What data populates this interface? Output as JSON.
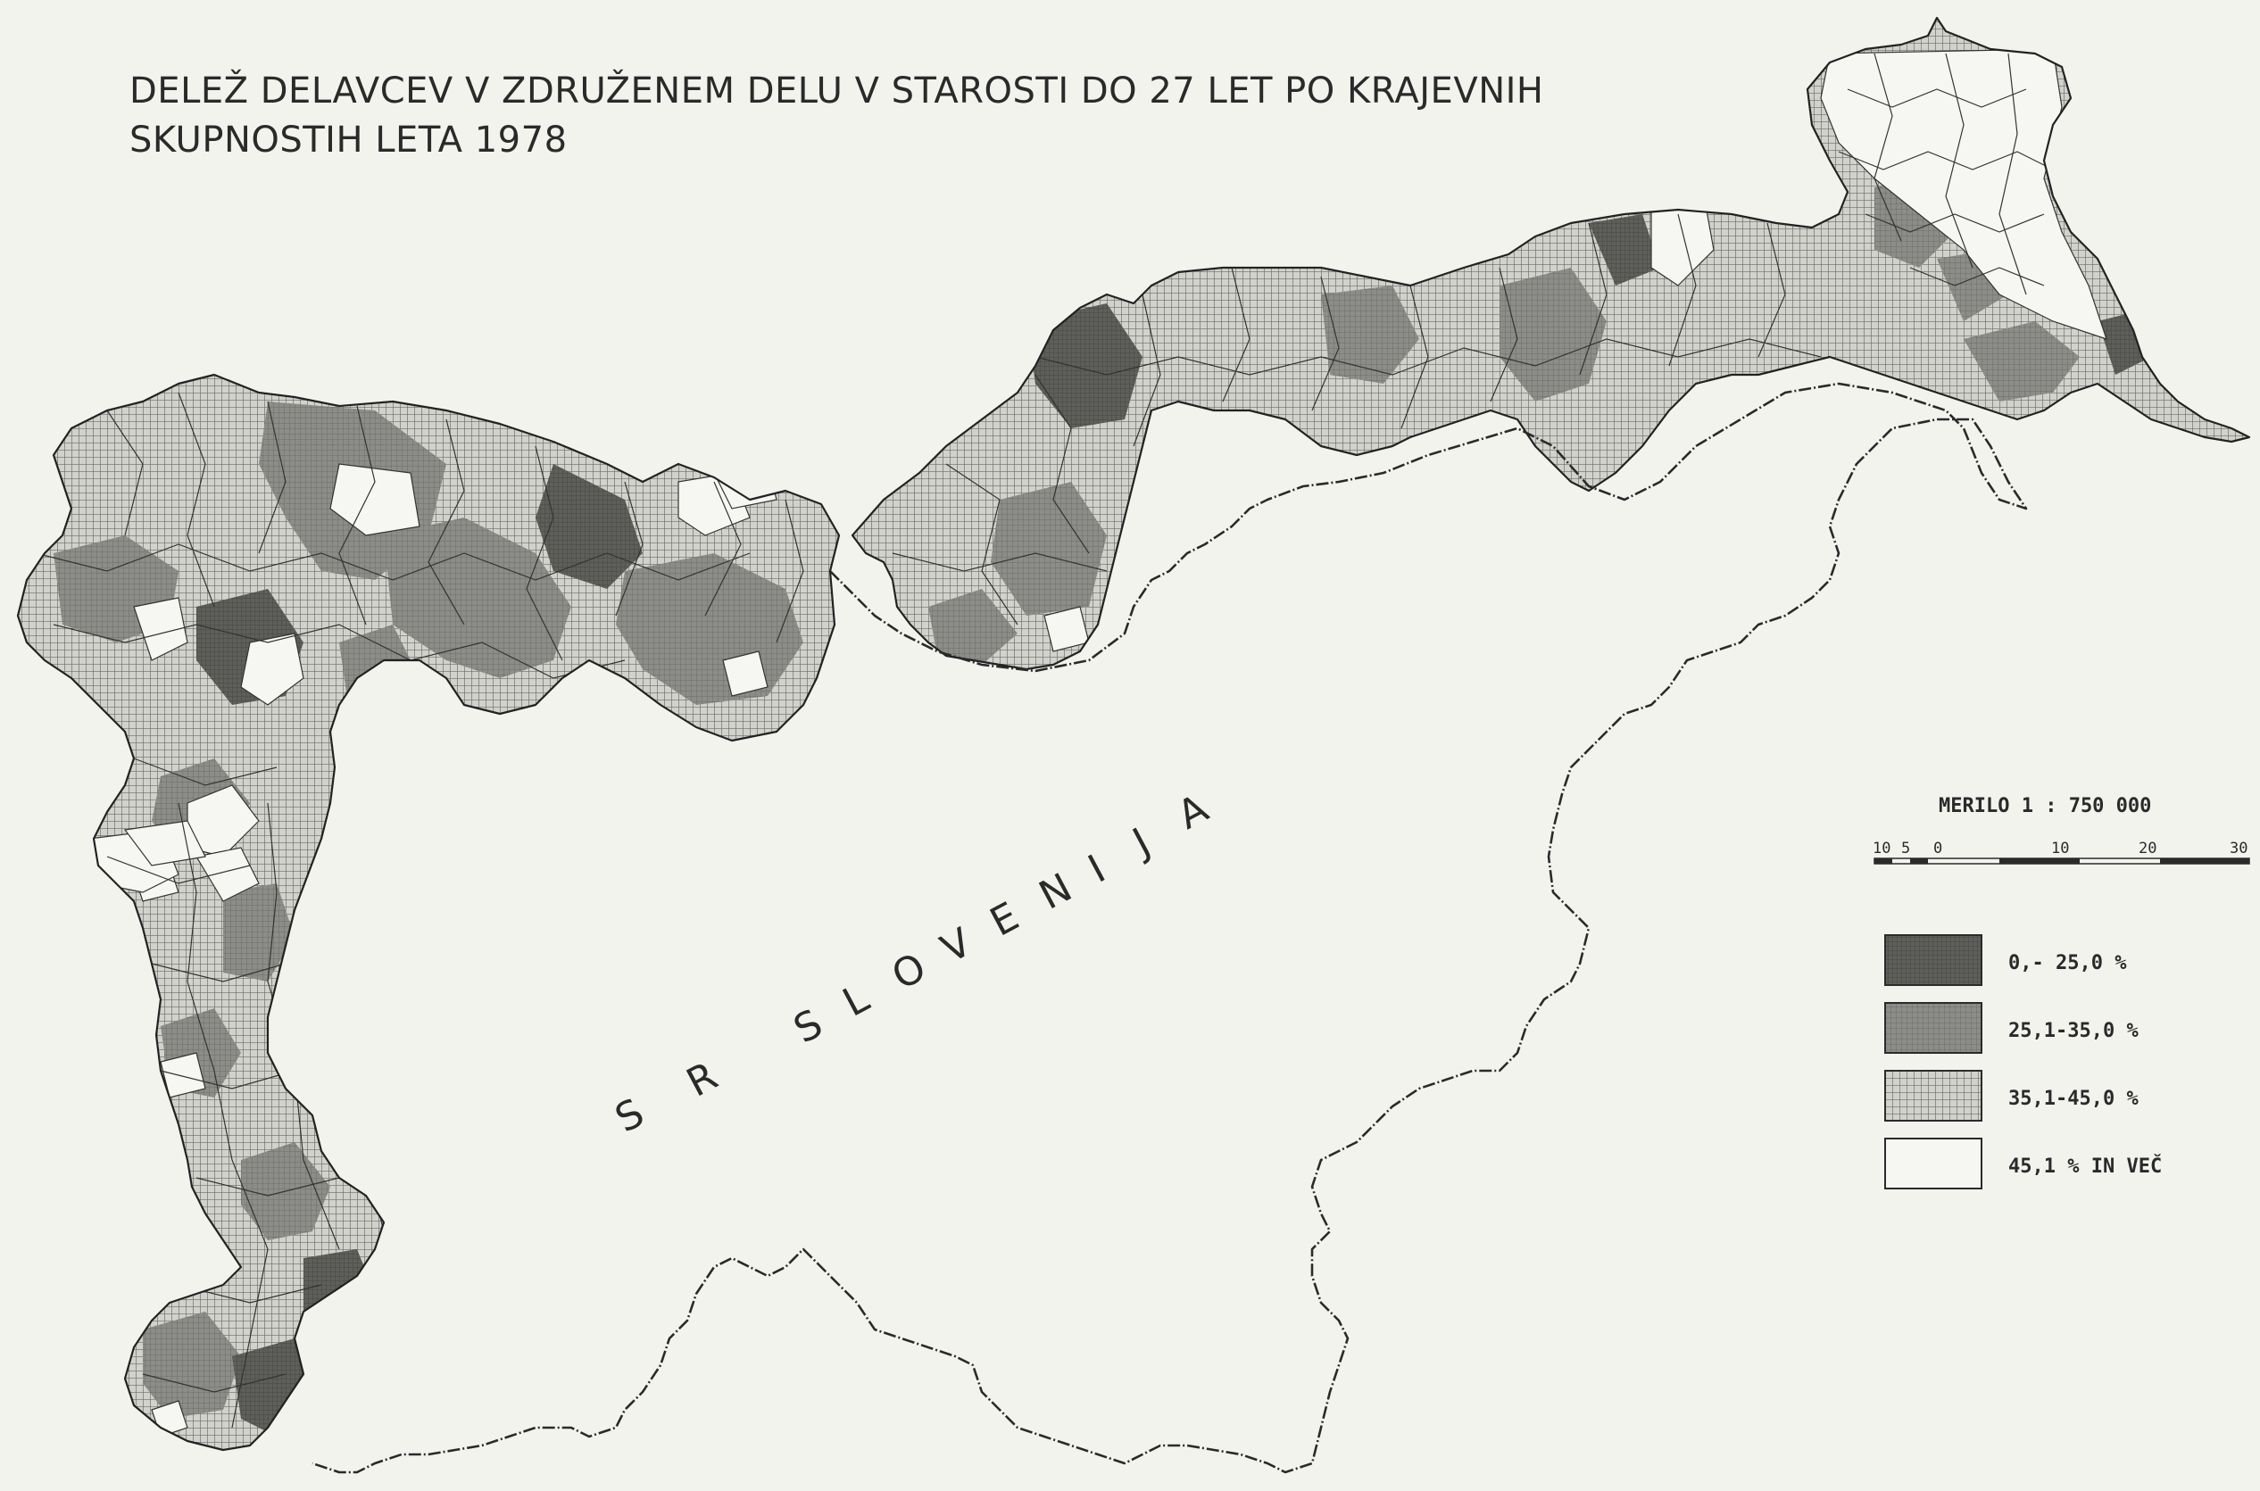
{
  "map": {
    "title_line_1": "DELEŽ DELAVCEV V ZDRUŽENEM DELU V STAROSTI DO 27 LET PO KRAJEVNIH",
    "title_line_2": "SKUPNOSTIH LETA 1978",
    "country_label_letters": [
      "S",
      "R",
      "S",
      "L",
      "O",
      "V",
      "E",
      "N",
      "I",
      "J",
      "A"
    ],
    "scale": {
      "label": "MERILO 1 : 750 000",
      "ticks": [
        "10",
        "5",
        "0",
        "10",
        "20",
        "30"
      ]
    },
    "legend": [
      {
        "label": "0,- 25,0 %",
        "pattern": "dark",
        "color": "#5a5a5a"
      },
      {
        "label": "25,1-35,0 %",
        "pattern": "medium",
        "color": "#8a8a8a"
      },
      {
        "label": "35,1-45,0 %",
        "pattern": "grid",
        "color": "#b5b5b0"
      },
      {
        "label": "45,1 % IN VEČ",
        "pattern": "white",
        "color": "#f6f6f2"
      }
    ]
  }
}
